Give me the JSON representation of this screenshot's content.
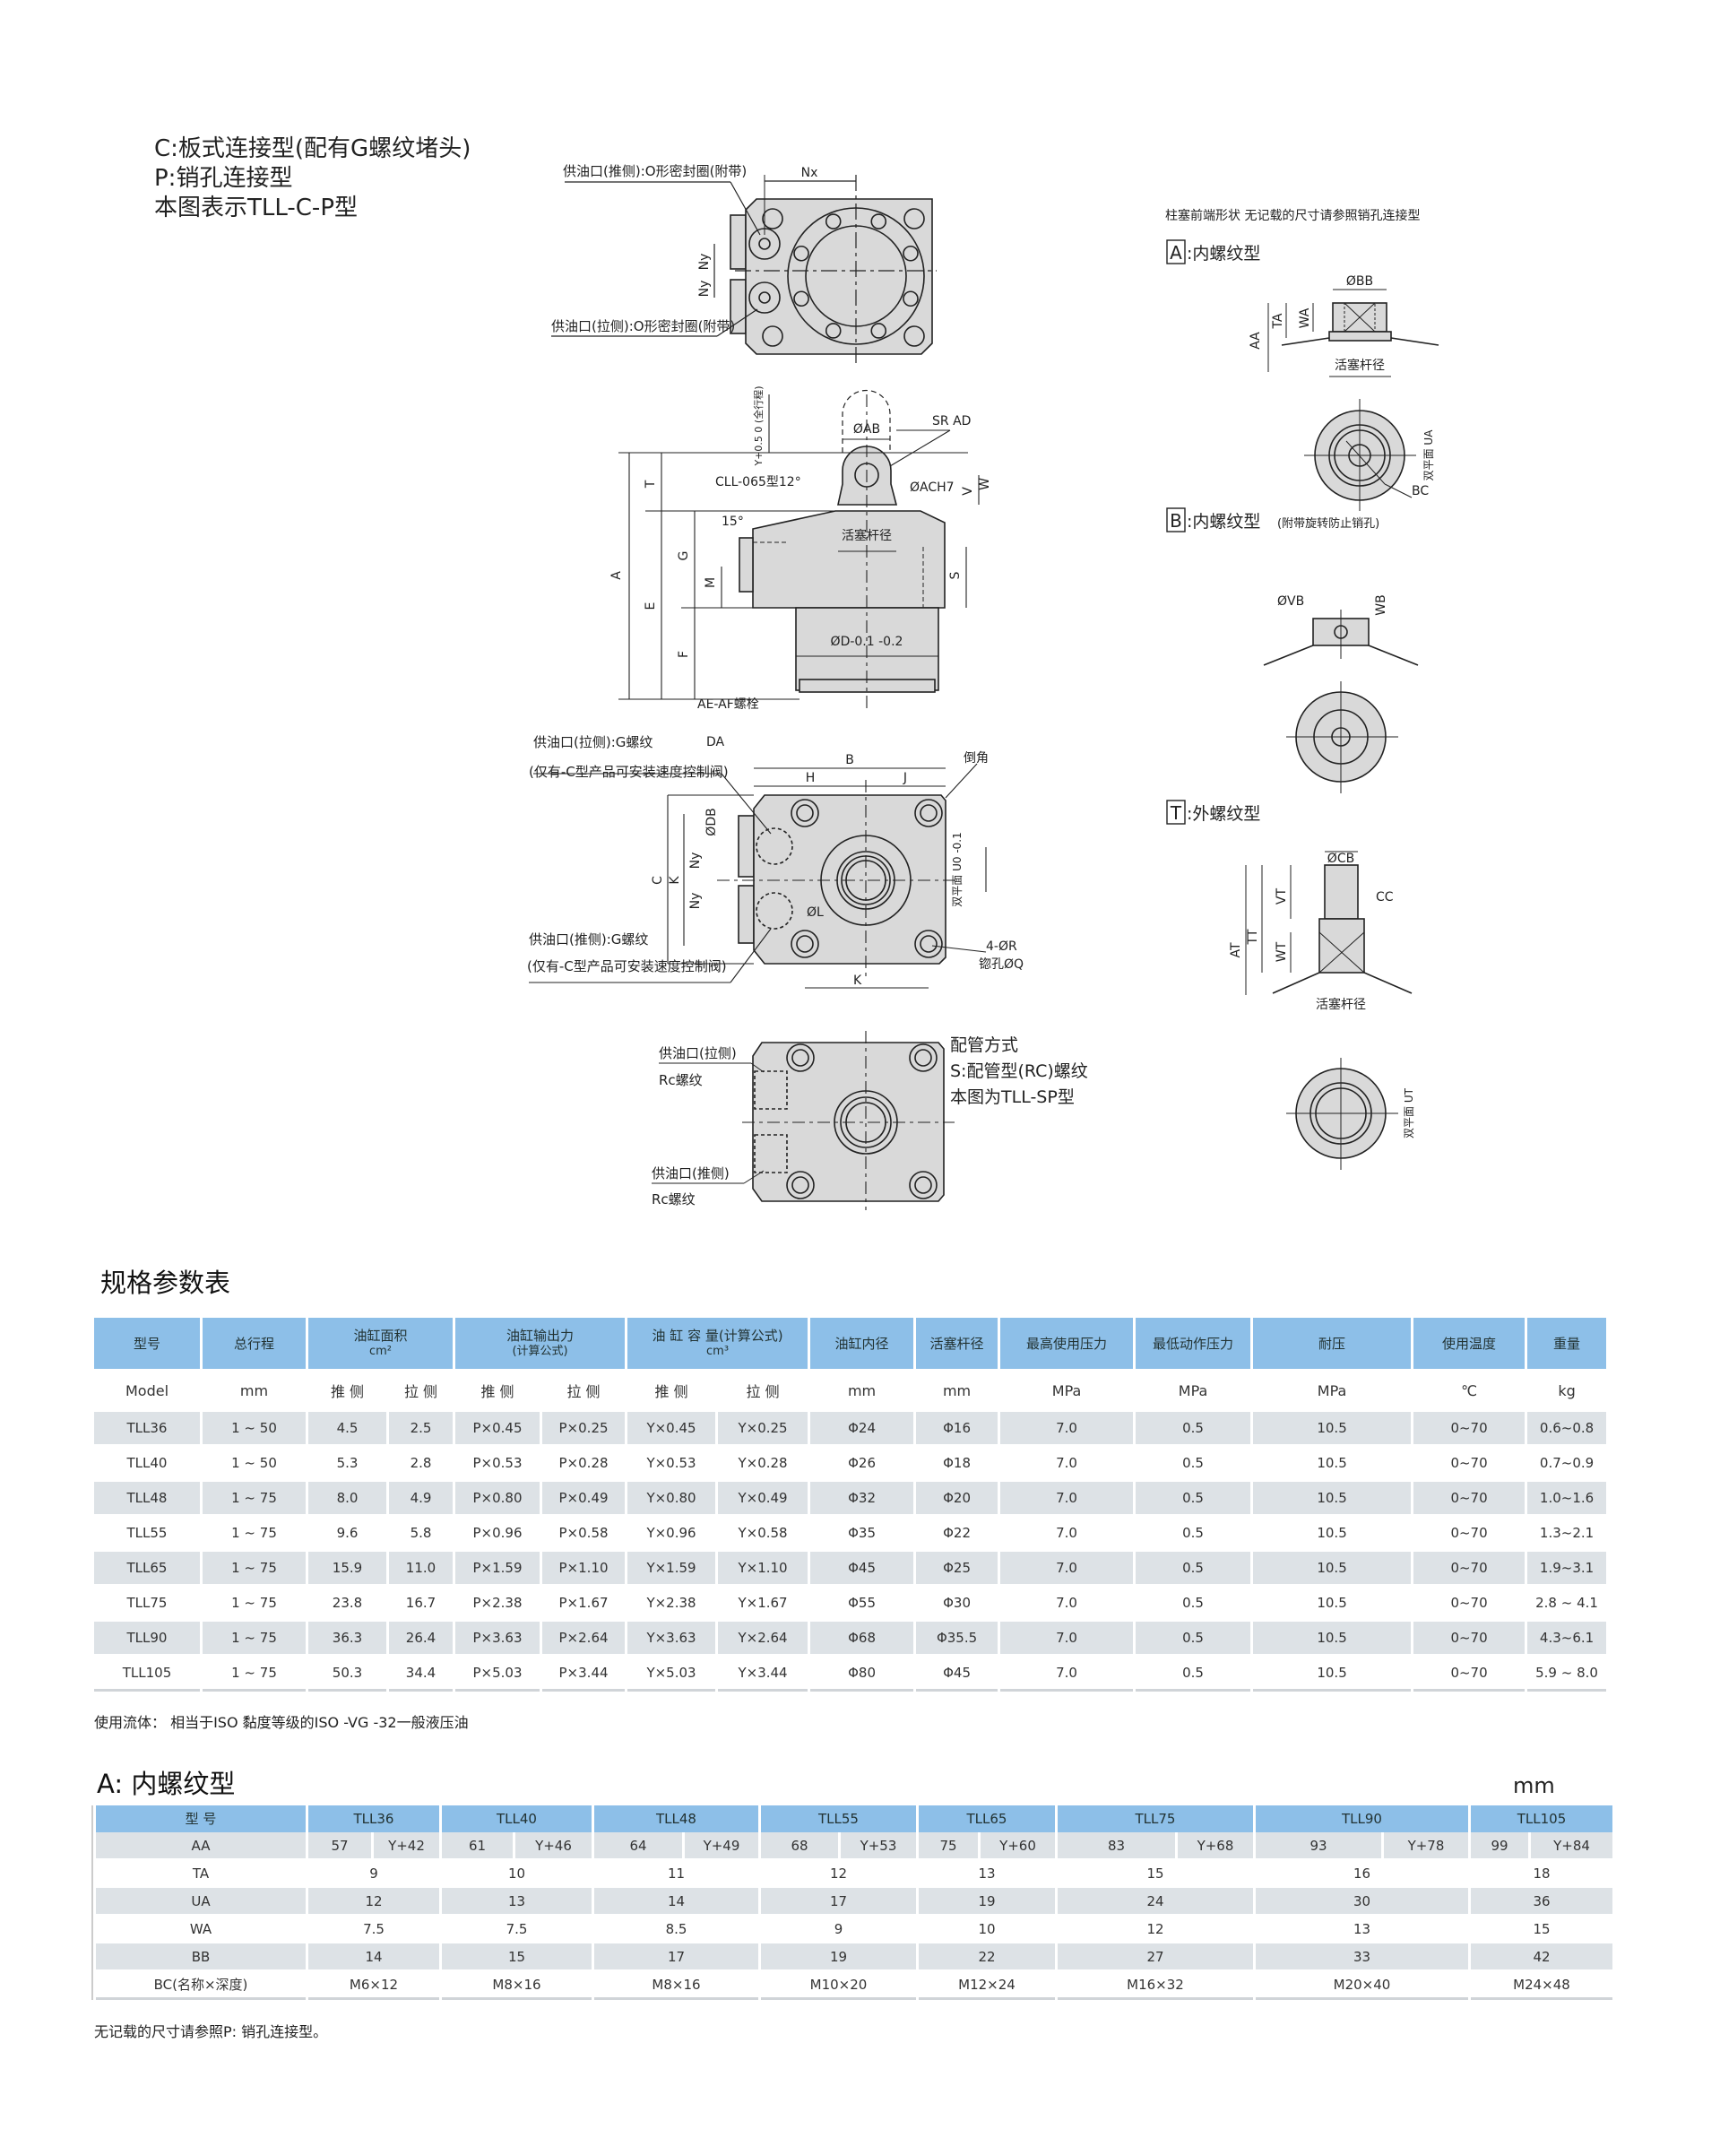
{
  "intro": {
    "lines": [
      "C:板式连接型(配有G螺纹堵头)",
      "P:销孔连接型",
      "本图表示TLL-C-P型"
    ]
  },
  "top_view": {
    "push_port": "供油口(推侧):O形密封圈(附带)",
    "pull_port": "供油口(拉侧):O形密封圈(附带)",
    "nx": "Nx",
    "ny": "Ny"
  },
  "side_view": {
    "stroke": "Y+0.5 0 (全行程)",
    "ab": "ØAB",
    "sr_ad": "SR AD",
    "v": "V",
    "ac": "ØACH7",
    "w": "W",
    "cll": "CLL-065型12°",
    "angle": "15°",
    "t": "T",
    "a": "A",
    "e": "E",
    "g": "G",
    "m": "M",
    "f": "F",
    "s": "S",
    "rod": "活塞杆径",
    "d": "ØD-0.1 -0.2",
    "bolt": "AE-AF螺栓"
  },
  "bottom_view": {
    "da": "DA",
    "b": "B",
    "h": "H",
    "j": "J",
    "chamfer": "倒角",
    "c": "C",
    "k": "K",
    "db": "ØDB",
    "ny": "Ny",
    "l": "ØL",
    "u": "双平面 U0 -0.1",
    "r": "4-ØR",
    "q": "锪孔ØQ",
    "pull_line1": "供油口(拉侧):G螺纹",
    "pull_line2": "(仅有-C型产品可安装速度控制阀)",
    "push_line1": "供油口(推侧):G螺纹",
    "push_line2": "(仅有-C型产品可安装速度控制阀)"
  },
  "sp_view": {
    "pull_port": "供油口(拉侧)",
    "pull_thread": "Rc螺纹",
    "push_port": "供油口(推侧)",
    "push_thread": "Rc螺纹",
    "desc": [
      "配管方式",
      "S:配管型(RC)螺纹",
      "本图为TLL-SP型"
    ]
  },
  "plunger": {
    "title": "柱塞前端形状  无记载的尺寸请参照销孔连接型",
    "a_letter": "A",
    "a_label": ":内螺纹型",
    "bb": "ØBB",
    "aa": "AA",
    "ta": "TA",
    "wa": "WA",
    "rod": "活塞杆径",
    "ua": "双平面 UA",
    "bc": "BC",
    "b_letter": "B",
    "b_label": ":内螺纹型",
    "b_sub": "(附带旋转防止销孔)",
    "vb": "ØVB",
    "wb": "WB",
    "t_letter": "T",
    "t_label": ":外螺纹型",
    "cb": "ØCB",
    "cc": "CC",
    "at": "AT",
    "tt": "TT",
    "vt": "VT",
    "wt": "WT",
    "rod2": "活塞杆径",
    "ut": "双平面 UT"
  },
  "spec_table": {
    "title": "规格参数表",
    "headers": [
      "型号",
      "总行程",
      "油缸面积\ncm²",
      "油缸输出力\n(计算公式)",
      "油 缸 容 量(计算公式)\ncm³",
      "油缸内径",
      "活塞杆径",
      "最高使用压力",
      "最低动作压力",
      "耐压",
      "使用温度",
      "重量"
    ],
    "units": [
      "Model",
      "mm",
      "推 侧",
      "拉 侧",
      "推 侧",
      "拉 侧",
      "推 侧",
      "拉 侧",
      "mm",
      "mm",
      "MPa",
      "MPa",
      "MPa",
      "℃",
      "kg"
    ],
    "rows": [
      [
        "TLL36",
        "1 ~ 50",
        "4.5",
        "2.5",
        "P×0.45",
        "P×0.25",
        "Y×0.45",
        "Y×0.25",
        "Φ24",
        "Φ16",
        "7.0",
        "0.5",
        "10.5",
        "0~70",
        "0.6~0.8"
      ],
      [
        "TLL40",
        "1 ~ 50",
        "5.3",
        "2.8",
        "P×0.53",
        "P×0.28",
        "Y×0.53",
        "Y×0.28",
        "Φ26",
        "Φ18",
        "7.0",
        "0.5",
        "10.5",
        "0~70",
        "0.7~0.9"
      ],
      [
        "TLL48",
        "1 ~ 75",
        "8.0",
        "4.9",
        "P×0.80",
        "P×0.49",
        "Y×0.80",
        "Y×0.49",
        "Φ32",
        "Φ20",
        "7.0",
        "0.5",
        "10.5",
        "0~70",
        "1.0~1.6"
      ],
      [
        "TLL55",
        "1 ~ 75",
        "9.6",
        "5.8",
        "P×0.96",
        "P×0.58",
        "Y×0.96",
        "Y×0.58",
        "Φ35",
        "Φ22",
        "7.0",
        "0.5",
        "10.5",
        "0~70",
        "1.3~2.1"
      ],
      [
        "TLL65",
        "1 ~ 75",
        "15.9",
        "11.0",
        "P×1.59",
        "P×1.10",
        "Y×1.59",
        "Y×1.10",
        "Φ45",
        "Φ25",
        "7.0",
        "0.5",
        "10.5",
        "0~70",
        "1.9~3.1"
      ],
      [
        "TLL75",
        "1 ~ 75",
        "23.8",
        "16.7",
        "P×2.38",
        "P×1.67",
        "Y×2.38",
        "Y×1.67",
        "Φ55",
        "Φ30",
        "7.0",
        "0.5",
        "10.5",
        "0~70",
        "2.8 ~ 4.1"
      ],
      [
        "TLL90",
        "1 ~ 75",
        "36.3",
        "26.4",
        "P×3.63",
        "P×2.64",
        "Y×3.63",
        "Y×2.64",
        "Φ68",
        "Φ35.5",
        "7.0",
        "0.5",
        "10.5",
        "0~70",
        "4.3~6.1"
      ],
      [
        "TLL105",
        "1 ~ 75",
        "50.3",
        "34.4",
        "P×5.03",
        "P×3.44",
        "Y×5.03",
        "Y×3.44",
        "Φ80",
        "Φ45",
        "7.0",
        "0.5",
        "10.5",
        "0~70",
        "5.9 ~ 8.0"
      ]
    ],
    "note": "使用流体：  相当于ISO 黏度等级的ISO -VG -32一般液压油"
  },
  "a_table": {
    "title": "A: 内螺纹型",
    "unit": "mm",
    "header_label": "型 号",
    "models": [
      "TLL36",
      "TLL40",
      "TLL48",
      "TLL55",
      "TLL65",
      "TLL75",
      "TLL90",
      "TLL105"
    ],
    "aa": {
      "label": "AA",
      "values": [
        [
          "57",
          "Y+42"
        ],
        [
          "61",
          "Y+46"
        ],
        [
          "64",
          "Y+49"
        ],
        [
          "68",
          "Y+53"
        ],
        [
          "75",
          "Y+60"
        ],
        [
          "83",
          "Y+68"
        ],
        [
          "93",
          "Y+78"
        ],
        [
          "99",
          "Y+84"
        ]
      ]
    },
    "rows": [
      {
        "label": "TA",
        "values": [
          "9",
          "10",
          "11",
          "12",
          "13",
          "15",
          "16",
          "18"
        ]
      },
      {
        "label": "UA",
        "values": [
          "12",
          "13",
          "14",
          "17",
          "19",
          "24",
          "30",
          "36"
        ]
      },
      {
        "label": "WA",
        "values": [
          "7.5",
          "7.5",
          "8.5",
          "9",
          "10",
          "12",
          "13",
          "15"
        ]
      },
      {
        "label": "BB",
        "values": [
          "14",
          "15",
          "17",
          "19",
          "22",
          "27",
          "33",
          "42"
        ]
      },
      {
        "label": "BC(名称×深度)",
        "values": [
          "M6×12",
          "M8×16",
          "M8×16",
          "M10×20",
          "M12×24",
          "M16×32",
          "M20×40",
          "M24×48"
        ]
      }
    ],
    "note": "无记载的尺寸请参照P: 销孔连接型。"
  },
  "colors": {
    "header_blue": "#8dbfe8",
    "row_gray": "#dde2e6",
    "part_gray": "#d9d9d9"
  }
}
